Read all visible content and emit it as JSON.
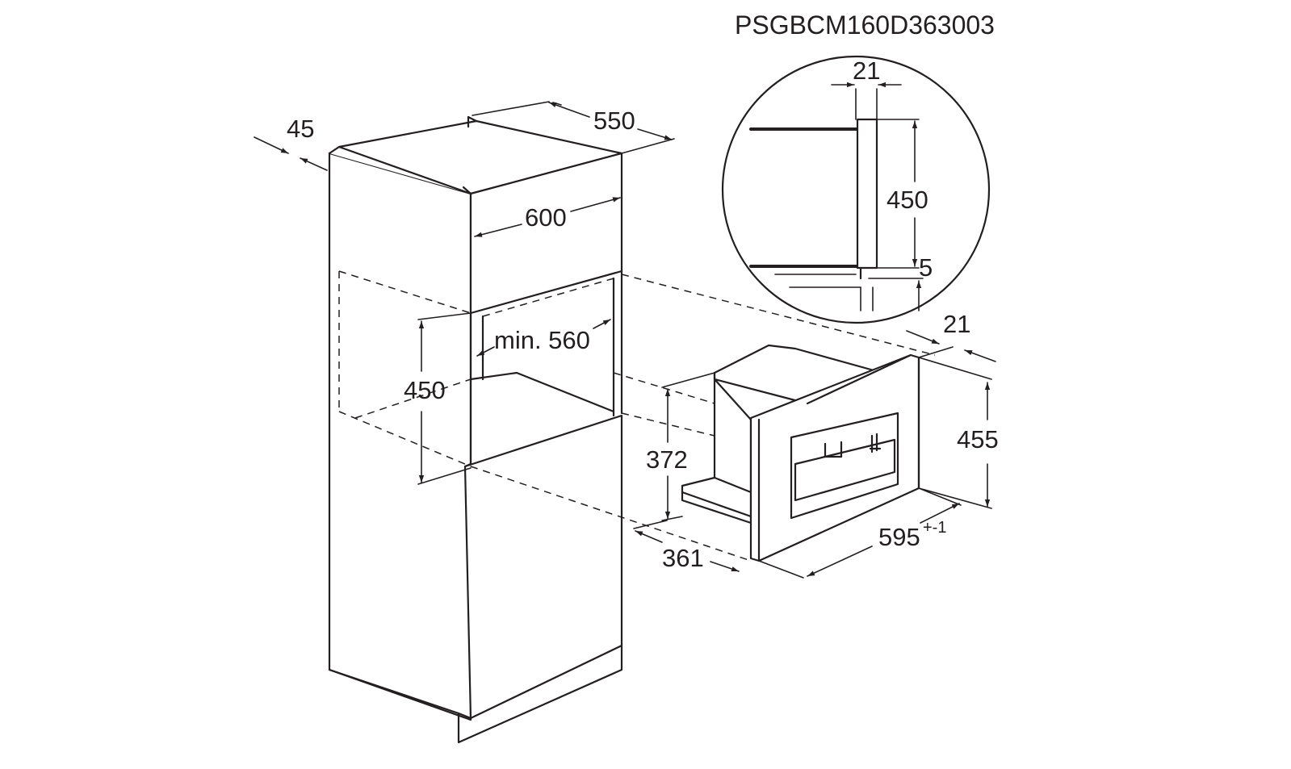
{
  "document_code": "PSGBCM160D363003",
  "dimensions": {
    "niche_side_depth": "45",
    "cabinet_depth": "550",
    "cabinet_width": "600",
    "niche_min_depth": "min. 560",
    "niche_height": "450",
    "appliance_height": "455",
    "appliance_inner_height": "372",
    "appliance_depth": "361",
    "appliance_width": "595",
    "appliance_width_tolerance": "+-1",
    "front_thickness": "21",
    "detail_front_thickness": "21",
    "detail_height": "450",
    "detail_gap": "5"
  }
}
